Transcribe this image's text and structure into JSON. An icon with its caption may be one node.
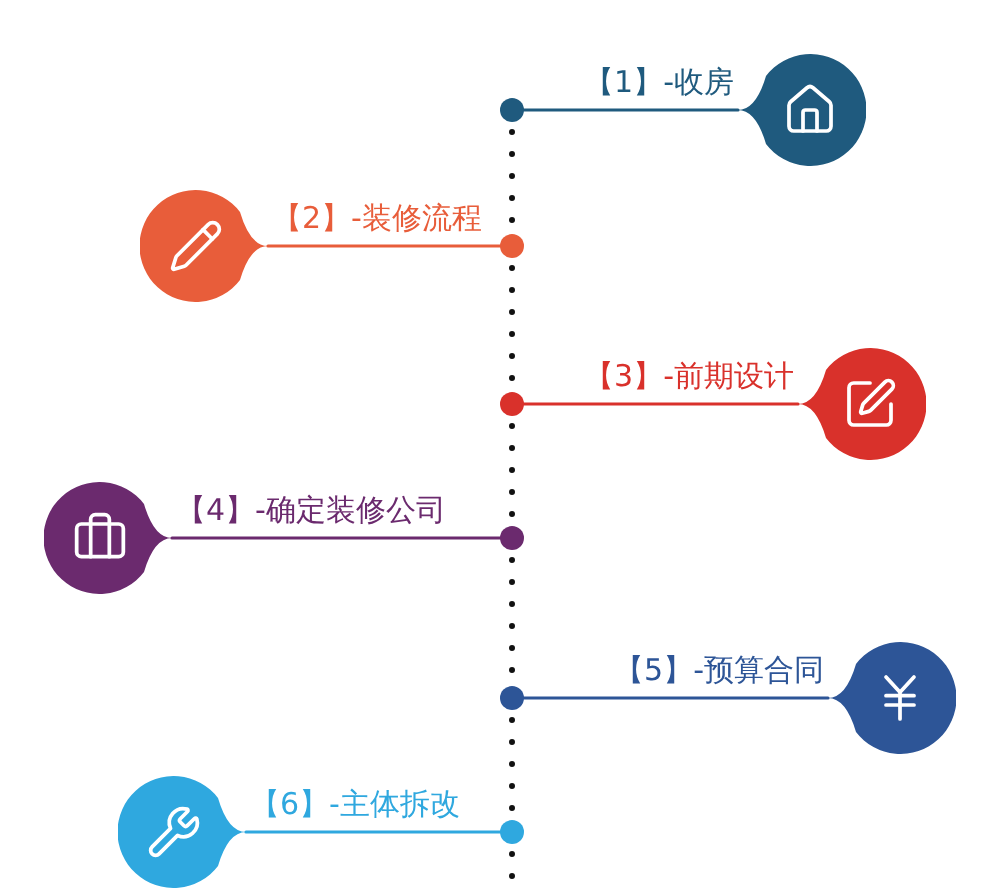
{
  "diagram": {
    "nodes": [
      {
        "text": [
          "【1】-收房"
        ]
      },
      {
        "text": [
          "【2】-装修流程"
        ]
      },
      {
        "text": [
          "【3】-前期设计"
        ]
      },
      {
        "text": [
          "【4】-确定装修公司"
        ]
      },
      {
        "text": [
          "【5】-预算合同"
        ]
      },
      {
        "text": [
          "【6】-主体拆改"
        ]
      },
      {
        "text": [],
        "shape": "circle"
      },
      {
        "text": [],
        "shape": "circle"
      },
      {
        "text": [],
        "shape": "circle"
      },
      {
        "text": [],
        "shape": "circle"
      },
      {
        "text": [],
        "shape": "circle"
      },
      {
        "text": [],
        "shape": "circle"
      }
    ],
    "edges": [
      {
        "from": 6,
        "to": 0,
        "arrow": "none",
        "color": "#1f5a7e"
      },
      {
        "from": 7,
        "to": 1,
        "arrow": "none",
        "color": "#e85d3a"
      },
      {
        "from": 8,
        "to": 2,
        "arrow": "none",
        "color": "#d9312b"
      },
      {
        "from": 9,
        "to": 3,
        "arrow": "none",
        "color": "#6b2a6e"
      },
      {
        "from": 10,
        "to": 4,
        "arrow": "none",
        "color": "#2d5597"
      },
      {
        "from": 11,
        "to": 5,
        "arrow": "none",
        "color": "#2fa8df"
      },
      {
        "from": 6,
        "to": 7,
        "arrow": "none",
        "style": "dashed",
        "color": "#111111"
      },
      {
        "from": 7,
        "to": 8,
        "arrow": "none",
        "style": "dashed",
        "color": "#111111"
      },
      {
        "from": 8,
        "to": 9,
        "arrow": "none",
        "style": "dashed",
        "color": "#111111"
      },
      {
        "from": 9,
        "to": 10,
        "arrow": "none",
        "style": "dashed",
        "color": "#111111"
      },
      {
        "from": 10,
        "to": 11,
        "arrow": "none",
        "style": "dashed",
        "color": "#111111"
      },
      {
        "from": 11,
        "to": null,
        "arrow": "none",
        "style": "dashed",
        "color": "#111111"
      }
    ]
  }
}
